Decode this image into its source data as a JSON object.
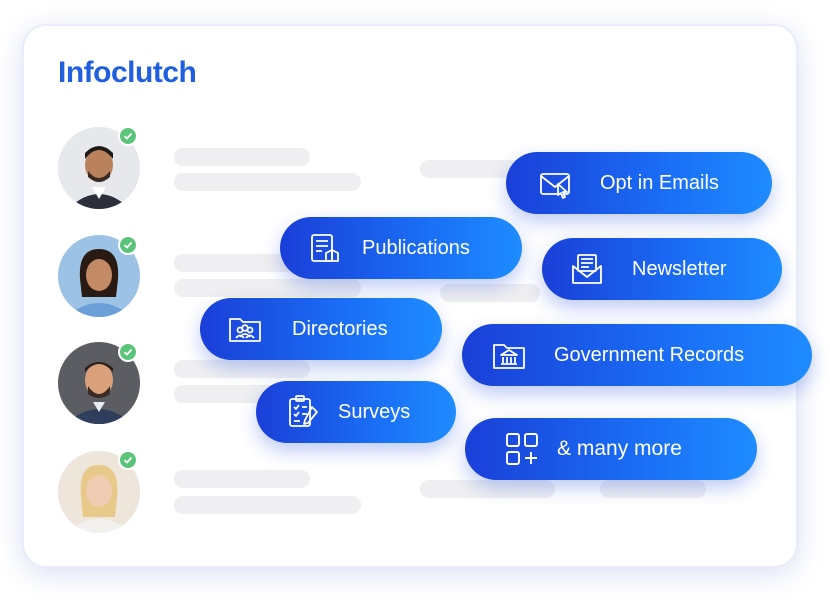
{
  "brand": {
    "logo_text": "Infoclutch"
  },
  "contacts": [
    {
      "verified": true
    },
    {
      "verified": true
    },
    {
      "verified": true
    },
    {
      "verified": true
    }
  ],
  "sources": [
    {
      "label": "Opt in Emails",
      "icon": "envelope-cursor-icon"
    },
    {
      "label": "Publications",
      "icon": "newspaper-icon"
    },
    {
      "label": "Newsletter",
      "icon": "newsletter-envelope-icon"
    },
    {
      "label": "Directories",
      "icon": "folder-users-icon"
    },
    {
      "label": "Government Records",
      "icon": "government-building-icon"
    },
    {
      "label": "Surveys",
      "icon": "clipboard-pen-icon"
    },
    {
      "label": "& many more",
      "icon": "apps-grid-icon"
    }
  ],
  "colors": {
    "brand_blue": "#1f5fe0",
    "pill_blue": "#1a6ef5",
    "check_green": "#5cc47a"
  }
}
